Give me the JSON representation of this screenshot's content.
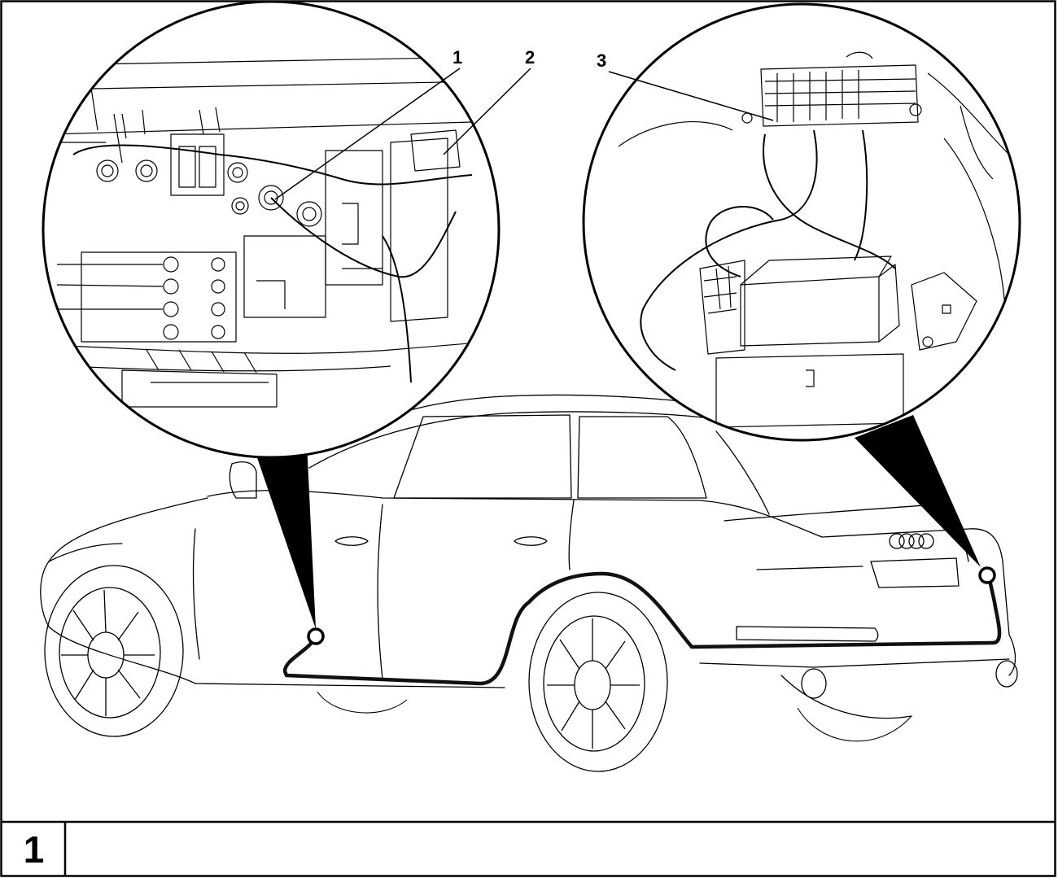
{
  "callouts": {
    "c1": "1",
    "c2": "2",
    "c3": "3"
  },
  "step_number": "1",
  "caption": "",
  "colors": {
    "line": "#000000",
    "background": "#ffffff",
    "harness": "#111111"
  }
}
